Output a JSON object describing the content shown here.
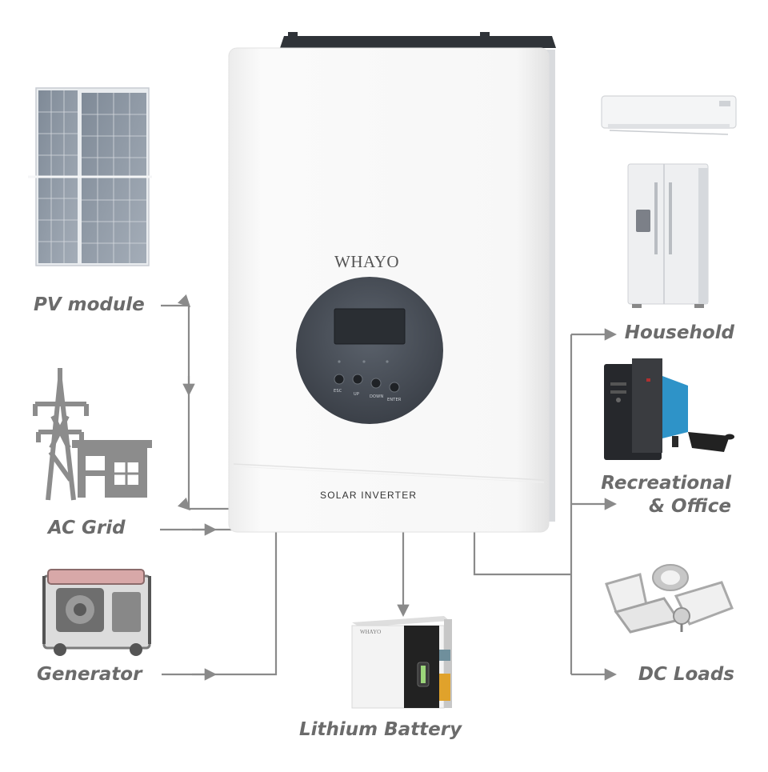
{
  "brand": "WHAYO",
  "product": "SOLAR INVERTER",
  "battery_brand": "WHAYO",
  "panel_buttons": [
    "ESC",
    "UP",
    "DOWN",
    "ENTER"
  ],
  "labels": {
    "pv_module": "PV module",
    "ac_grid": "AC Grid",
    "generator": "Generator",
    "lithium_battery": "Lithium Battery",
    "household": "Household",
    "recreational_line1": "Recreational",
    "recreational_line2": "& Office",
    "dc_loads": "DC Loads"
  },
  "colors": {
    "label_text": "#6b6b6b",
    "connector": "#8a8a8a",
    "inverter_body": "#f4f4f4",
    "display_ring": "#4a5059",
    "icon_gray": "#8c8c8c"
  }
}
